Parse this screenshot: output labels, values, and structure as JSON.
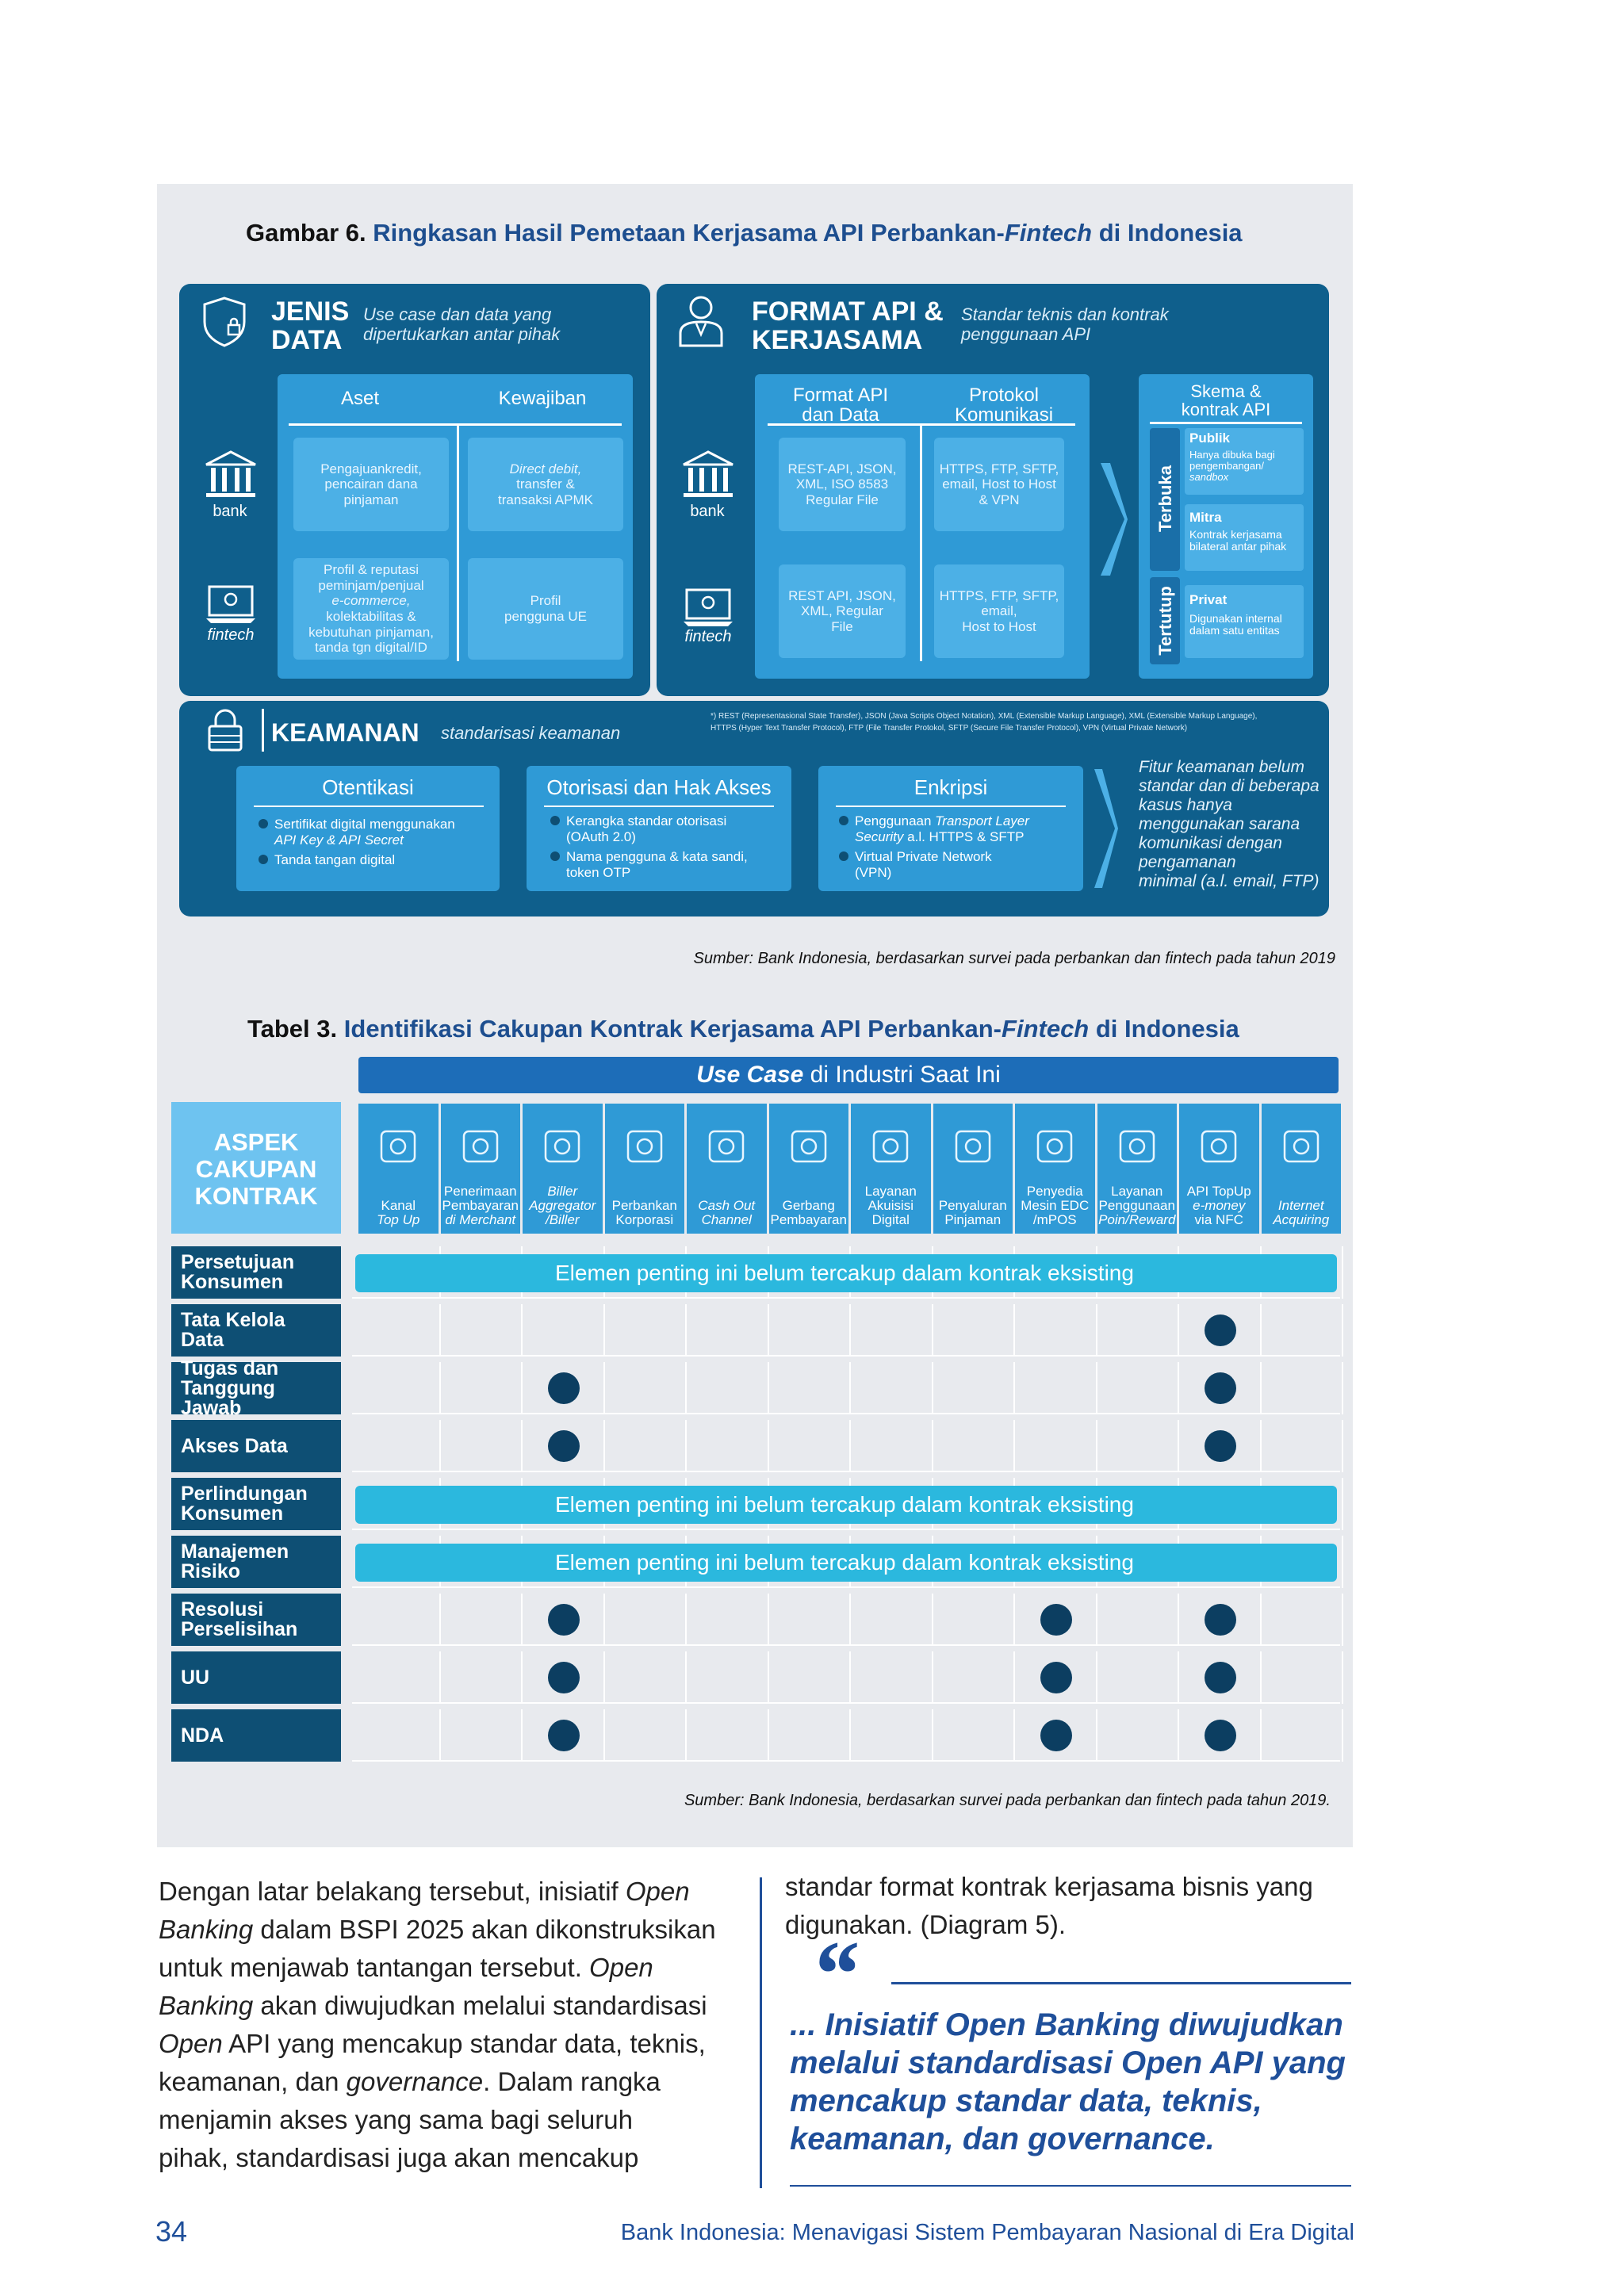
{
  "figure": {
    "label": "Gambar 6.",
    "title_a": "Ringkasan Hasil Pemetaan Kerjasama API Perbankan-",
    "title_fintech": "Fintech",
    "title_b": " di Indonesia",
    "jenis": {
      "title1": "JENIS",
      "title2": "DATA",
      "desc1": "Use case dan data yang",
      "desc2": "dipertukarkan antar pihak",
      "col1": "Aset",
      "col2": "Kewajiban",
      "bank": "bank",
      "fintech": "fintech",
      "c1": [
        "Pengajuankredit,",
        "pencairan dana",
        "pinjaman"
      ],
      "c2": [
        "Direct debit,",
        "transfer &",
        "transaksi APMK"
      ],
      "c3": [
        "Profil & reputasi",
        "peminjam/penjual",
        "e-commerce,",
        "kolektabilitas &",
        "kebutuhan pinjaman,",
        "tanda tgn digital/ID"
      ],
      "c4": [
        "Profil",
        "pengguna UE"
      ]
    },
    "format": {
      "title1": "FORMAT API &",
      "title2": "KERJASAMA",
      "desc1": "Standar teknis dan kontrak",
      "desc2": "penggunaan API",
      "col1a": "Format API",
      "col1b": "dan Data",
      "col2a": "Protokol",
      "col2b": "Komunikasi",
      "bank": "bank",
      "fintech": "fintech",
      "c1": [
        "REST-API, JSON,",
        "XML, ISO 8583",
        "Regular File"
      ],
      "c2": [
        "HTTPS, FTP, SFTP,",
        "email, Host to Host",
        "& VPN"
      ],
      "c3": [
        "REST API, JSON,",
        "XML, Regular",
        "File"
      ],
      "c4": [
        "HTTPS, FTP, SFTP,",
        "email,",
        "Host to Host"
      ],
      "skema1": "Skema &",
      "skema2": "kontrak API",
      "terbuka": "Terbuka",
      "tertutup": "Tertutup",
      "publik": "Publik",
      "publik_desc": [
        "Hanya dibuka bagi",
        "pengembangan/",
        "sandbox"
      ],
      "mitra": "Mitra",
      "mitra_desc": [
        "Kontrak kerjasama",
        "bilateral antar pihak"
      ],
      "privat": "Privat",
      "privat_desc": [
        "Digunakan internal",
        "dalam satu entitas"
      ]
    },
    "footnote1": "*) REST (Representasional State Transfer), JSON (Java Scripts Object Notation), XML (Extensible Markup Language), XML (Extensible Markup Language),",
    "footnote2": "HTTPS (Hyper Text Transfer Protocol), FTP (File Transfer Protokol, SFTP (Secure File Transfer Protocol), VPN (Virtual Private Network)",
    "keamanan": {
      "title": "KEAMANAN",
      "desc": "standarisasi keamanan",
      "b1_title": "Otentikasi",
      "b1_i1a": "Sertifikat digital menggunakan",
      "b1_i1b": "API Key & API Secret",
      "b1_i2": "Tanda tangan digital",
      "b2_title": "Otorisasi dan Hak Akses",
      "b2_i1a": "Kerangka standar otorisasi",
      "b2_i1b": "(OAuth 2.0)",
      "b2_i2a": "Nama pengguna & kata sandi,",
      "b2_i2b": "token OTP",
      "b3_title": "Enkripsi",
      "b3_i1a": "Penggunaan ",
      "b3_i1b": "Transport Layer",
      "b3_i1c": "Security",
      "b3_i1d": " a.l. HTTPS & SFTP",
      "b3_i2a": "Virtual Private Network",
      "b3_i2b": "(VPN)",
      "note": [
        "Fitur keamanan belum",
        "standar dan di beberapa",
        "kasus hanya",
        "menggunakan sarana",
        "komunikasi dengan",
        "pengamanan",
        "minimal (a.l. email, FTP)"
      ]
    },
    "source": "Sumber: Bank Indonesia, berdasarkan survei pada perbankan dan fintech pada tahun 2019"
  },
  "table": {
    "label": "Tabel 3.",
    "title_a": "Identifikasi Cakupan Kontrak Kerjasama API Perbankan-",
    "title_fintech": "Fintech",
    "title_b": " di Indonesia",
    "usecase_a": "Use Case",
    "usecase_b": " di Industri Saat Ini",
    "aspek": [
      "ASPEK",
      "CAKUPAN",
      "KONTRAK"
    ],
    "columns": [
      {
        "l1": "Kanal",
        "l2": "Top Up",
        "i2": true
      },
      {
        "l0": "Penerimaan",
        "l1": "Pembayaran",
        "l2": "di Merchant",
        "i2": true
      },
      {
        "l0": "Biller",
        "l1": "Aggregator",
        "l2": "/Biller",
        "i0": true,
        "i1": true,
        "i2": true
      },
      {
        "l1": "Perbankan",
        "l2": "Korporasi"
      },
      {
        "l1": "Cash Out",
        "l2": "Channel",
        "i1": true,
        "i2": true
      },
      {
        "l1": "Gerbang",
        "l2": "Pembayaran"
      },
      {
        "l0": "Layanan",
        "l1": "Akuisisi",
        "l2": "Digital"
      },
      {
        "l1": "Penyaluran",
        "l2": "Pinjaman"
      },
      {
        "l0": "Penyedia",
        "l1": "Mesin EDC",
        "l2": "/mPOS"
      },
      {
        "l0": "Layanan",
        "l1": "Penggunaan",
        "l2": "Poin/Reward",
        "i2": true
      },
      {
        "l0": "API TopUp",
        "l1": "e-money",
        "l2": "via NFC",
        "i1": true
      },
      {
        "l1": "Internet",
        "l2": "Acquiring",
        "i1": true,
        "i2": true
      }
    ],
    "rows": [
      {
        "a": "Persetujuan",
        "b": "Konsumen",
        "banner": "Elemen penting ini belum tercakup dalam kontrak eksisting"
      },
      {
        "a": "Tata Kelola",
        "b": "Data",
        "dots": [
          10
        ]
      },
      {
        "a": "Tugas dan",
        "b": "Tanggung Jawab",
        "dots": [
          2,
          10
        ]
      },
      {
        "a": "Akses Data",
        "b": "",
        "dots": [
          2,
          10
        ]
      },
      {
        "a": "Perlindungan",
        "b": "Konsumen",
        "banner": "Elemen penting ini belum tercakup dalam kontrak eksisting"
      },
      {
        "a": "Manajemen",
        "b": "Risiko",
        "banner": "Elemen penting ini belum tercakup dalam kontrak eksisting"
      },
      {
        "a": "Resolusi",
        "b": "Perselisihan",
        "dots": [
          2,
          8,
          10
        ]
      },
      {
        "a": "UU",
        "b": "",
        "dots": [
          2,
          8,
          10
        ]
      },
      {
        "a": "NDA",
        "b": "",
        "dots": [
          2,
          8,
          10
        ]
      }
    ],
    "source": "Sumber: Bank Indonesia, berdasarkan survei pada perbankan dan fintech pada tahun 2019."
  },
  "body_left": [
    [
      [
        "Dengan latar belakang tersebut, inisiatif ",
        false
      ],
      [
        "Open",
        true
      ]
    ],
    [
      [
        "Banking",
        true
      ],
      [
        " dalam BSPI 2025 akan dikonstruksikan",
        false
      ]
    ],
    [
      [
        "untuk menjawab tantangan tersebut. ",
        false
      ],
      [
        "Open",
        true
      ]
    ],
    [
      [
        "Banking",
        true
      ],
      [
        " akan diwujudkan melalui standardisasi",
        false
      ]
    ],
    [
      [
        "Open",
        true
      ],
      [
        " API yang mencakup standar data, teknis,",
        false
      ]
    ],
    [
      [
        "keamanan, dan ",
        false
      ],
      [
        "governance",
        true
      ],
      [
        ". Dalam rangka",
        false
      ]
    ],
    [
      [
        "menjamin akses yang sama bagi seluruh",
        false
      ]
    ],
    [
      [
        "pihak, standardisasi juga akan mencakup",
        false
      ]
    ]
  ],
  "body_right": [
    "standar format kontrak kerjasama bisnis yang",
    "digunakan. (Diagram 5)."
  ],
  "quote_mark": "“",
  "quote": [
    "... Inisiatif Open Banking diwujudkan",
    "melalui standardisasi Open API yang",
    "mencakup standar data, teknis,",
    "keamanan, dan governance."
  ],
  "footer": {
    "page": "34",
    "title": "Bank Indonesia: Menavigasi Sistem Pembayaran Nasional di Era Digital"
  },
  "colors": {
    "dark": "#0f5f8c",
    "mid": "#2f9ad6",
    "light": "#4cb0e6",
    "banner": "#2bb8de",
    "navy": "#0e4f74",
    "accent": "#1d4e8f"
  }
}
